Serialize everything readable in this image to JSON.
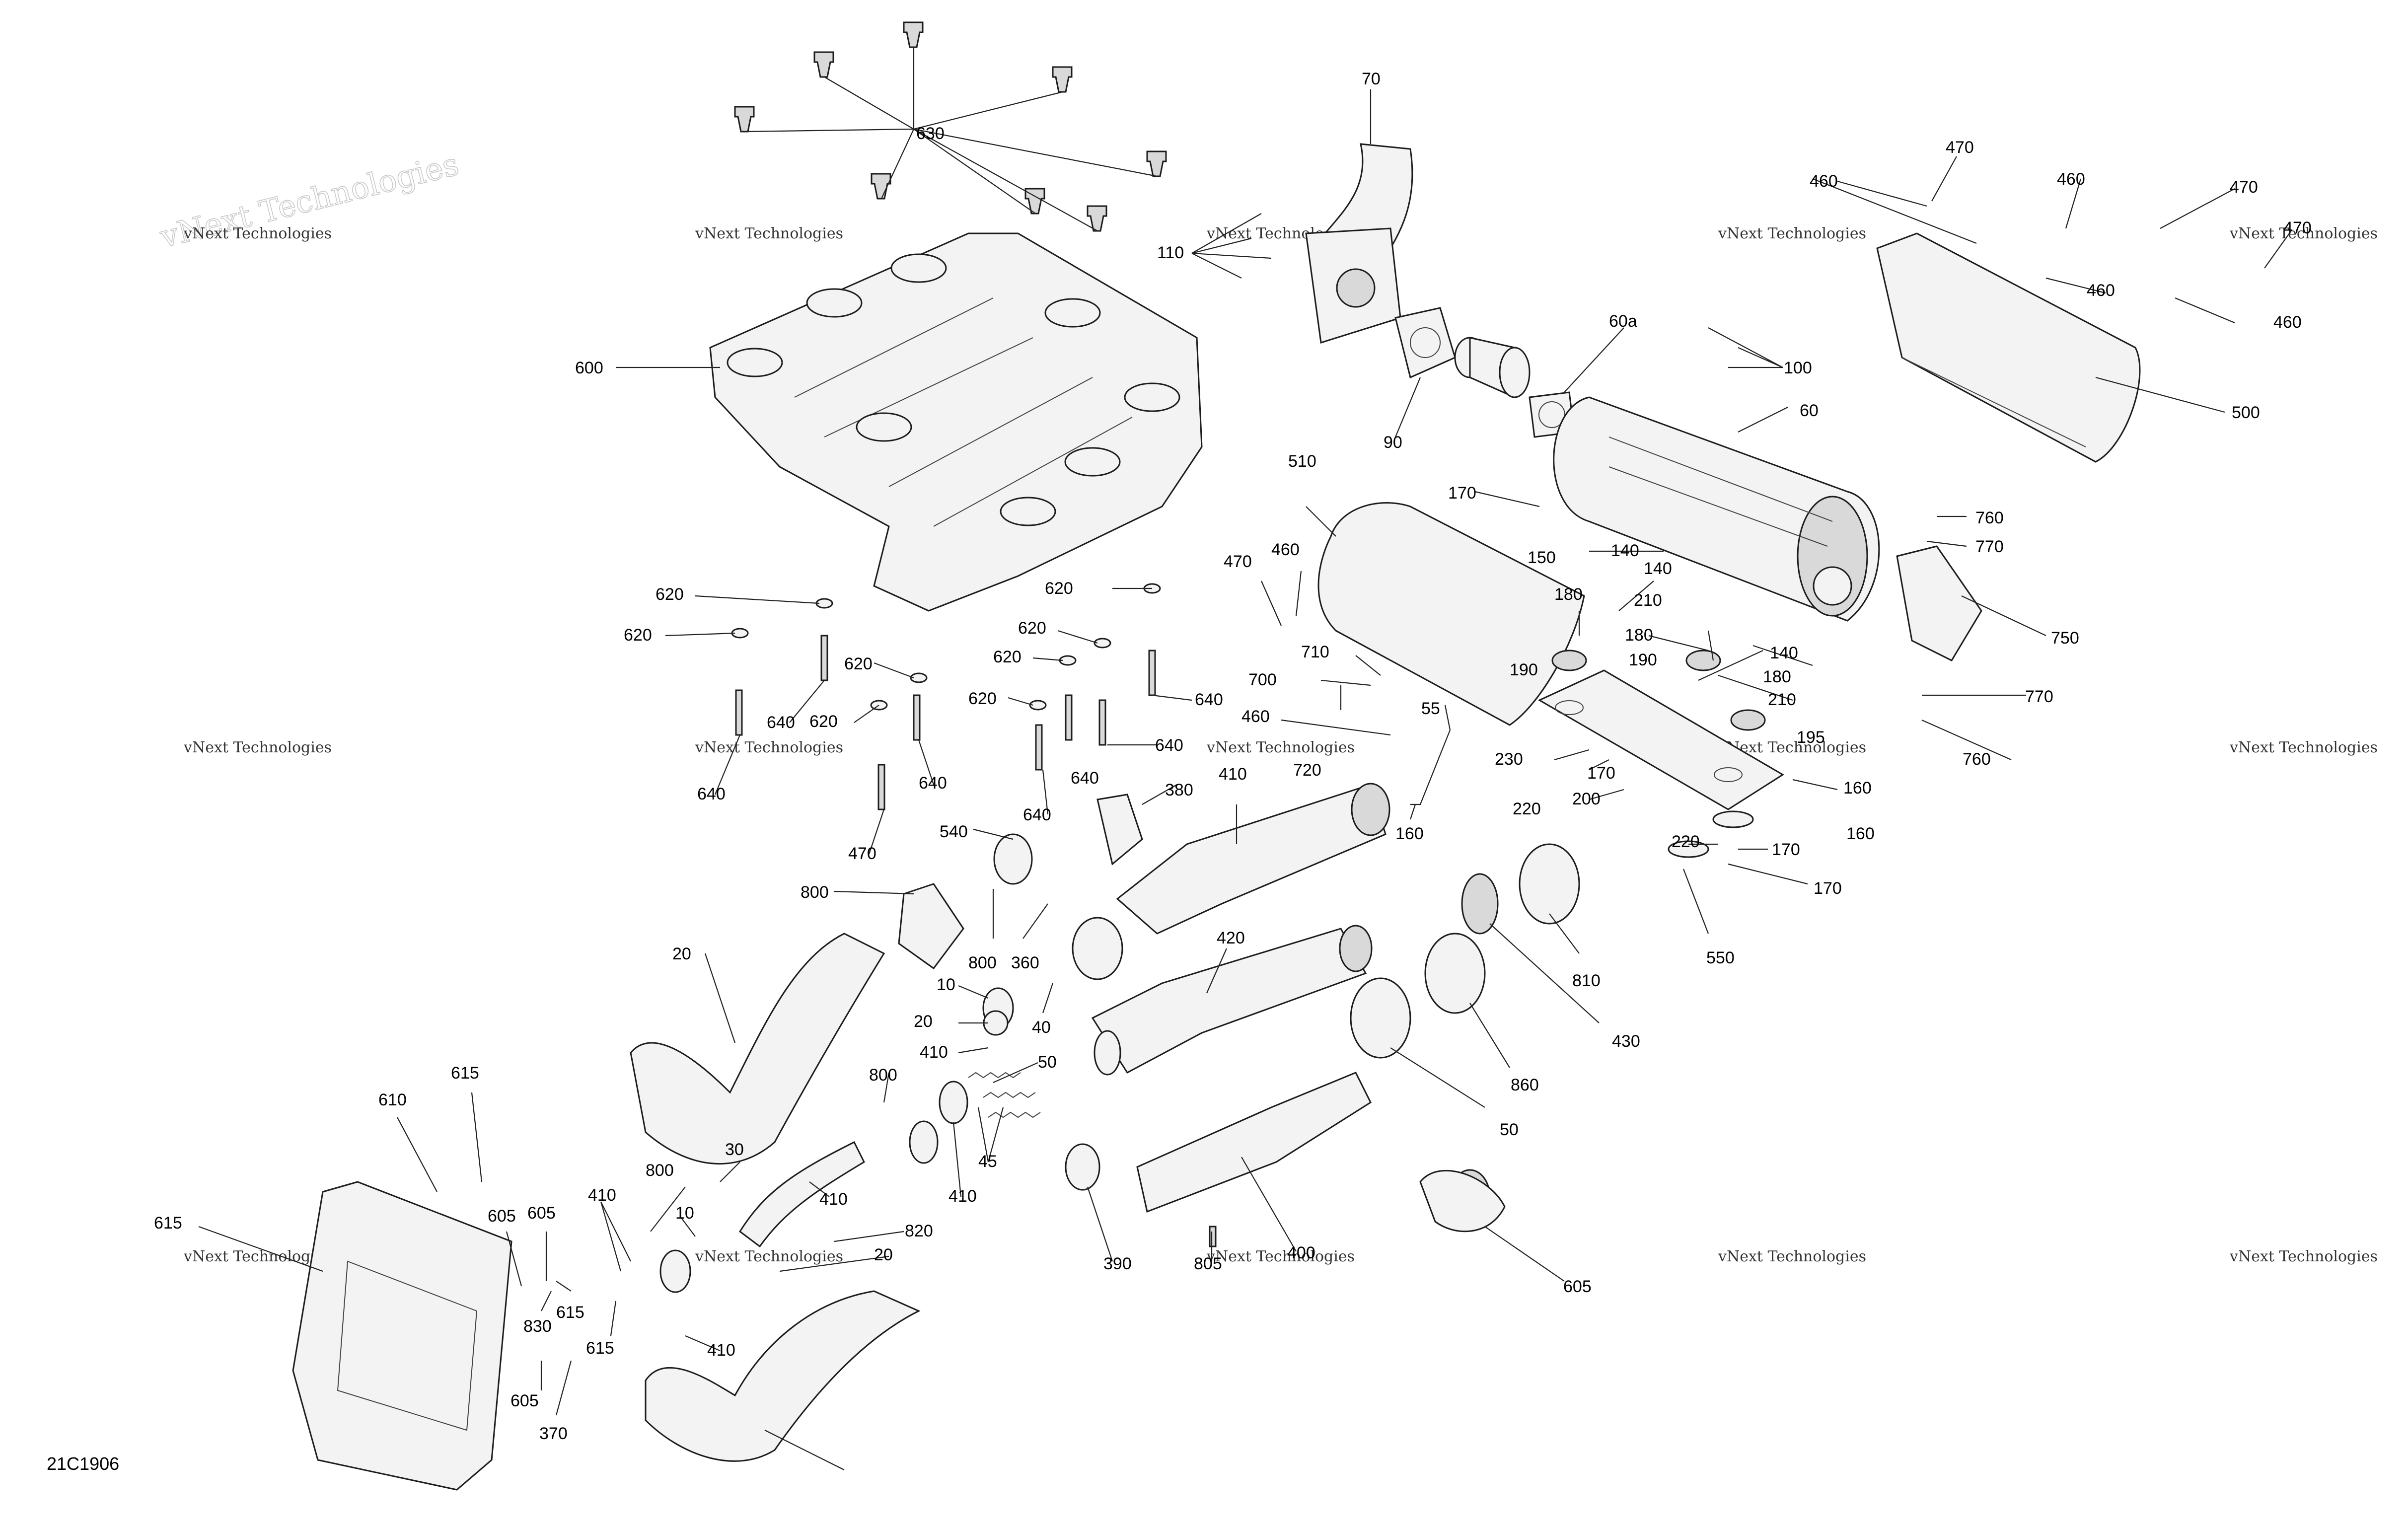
{
  "figure_id": "21C1906",
  "watermark": "vNext Technologies",
  "callouts": [
    {
      "id": "c630",
      "text": "630"
    },
    {
      "id": "c70",
      "text": "70"
    },
    {
      "id": "c110",
      "text": "110"
    },
    {
      "id": "c600",
      "text": "600"
    },
    {
      "id": "c90",
      "text": "90"
    },
    {
      "id": "c60a",
      "text": "60a"
    },
    {
      "id": "c100",
      "text": "100"
    },
    {
      "id": "c60",
      "text": "60"
    },
    {
      "id": "c470a",
      "text": "470"
    },
    {
      "id": "c460a",
      "text": "460"
    },
    {
      "id": "c460b",
      "text": "460"
    },
    {
      "id": "c470b",
      "text": "470"
    },
    {
      "id": "c470c",
      "text": "470"
    },
    {
      "id": "c460c",
      "text": "460"
    },
    {
      "id": "c460d",
      "text": "460"
    },
    {
      "id": "c500",
      "text": "500"
    },
    {
      "id": "c510",
      "text": "510"
    },
    {
      "id": "c170a",
      "text": "170"
    },
    {
      "id": "c150",
      "text": "150"
    },
    {
      "id": "c140a",
      "text": "140"
    },
    {
      "id": "c760a",
      "text": "760"
    },
    {
      "id": "c770a",
      "text": "770"
    },
    {
      "id": "c750",
      "text": "750"
    },
    {
      "id": "c470d",
      "text": "470"
    },
    {
      "id": "c460e",
      "text": "460"
    },
    {
      "id": "c180a",
      "text": "180"
    },
    {
      "id": "c210a",
      "text": "210"
    },
    {
      "id": "c140b",
      "text": "140"
    },
    {
      "id": "c180b",
      "text": "180"
    },
    {
      "id": "c140c",
      "text": "140"
    },
    {
      "id": "c190a",
      "text": "190"
    },
    {
      "id": "c190b",
      "text": "190"
    },
    {
      "id": "c180c",
      "text": "180"
    },
    {
      "id": "c210b",
      "text": "210"
    },
    {
      "id": "c195",
      "text": "195"
    },
    {
      "id": "c770b",
      "text": "770"
    },
    {
      "id": "c760b",
      "text": "760"
    },
    {
      "id": "c620a",
      "text": "620"
    },
    {
      "id": "c620b",
      "text": "620"
    },
    {
      "id": "c620c",
      "text": "620"
    },
    {
      "id": "c620d",
      "text": "620"
    },
    {
      "id": "c620e",
      "text": "620"
    },
    {
      "id": "c620f",
      "text": "620"
    },
    {
      "id": "c620g",
      "text": "620"
    },
    {
      "id": "c620h",
      "text": "620"
    },
    {
      "id": "c640a",
      "text": "640"
    },
    {
      "id": "c640b",
      "text": "640"
    },
    {
      "id": "c640c",
      "text": "640"
    },
    {
      "id": "c640d",
      "text": "640"
    },
    {
      "id": "c640e",
      "text": "640"
    },
    {
      "id": "c640f",
      "text": "640"
    },
    {
      "id": "c640g",
      "text": "640"
    },
    {
      "id": "c470e",
      "text": "470"
    },
    {
      "id": "c710",
      "text": "710"
    },
    {
      "id": "c700",
      "text": "700"
    },
    {
      "id": "c460f",
      "text": "460"
    },
    {
      "id": "c55",
      "text": "55"
    },
    {
      "id": "c720",
      "text": "720"
    },
    {
      "id": "c160a",
      "text": "160"
    },
    {
      "id": "c230",
      "text": "230"
    },
    {
      "id": "c170b",
      "text": "170"
    },
    {
      "id": "c220a",
      "text": "220"
    },
    {
      "id": "c200",
      "text": "200"
    },
    {
      "id": "c160b",
      "text": "160"
    },
    {
      "id": "c160c",
      "text": "160"
    },
    {
      "id": "c220b",
      "text": "220"
    },
    {
      "id": "c170c",
      "text": "170"
    },
    {
      "id": "c170d",
      "text": "170"
    },
    {
      "id": "c550",
      "text": "550"
    },
    {
      "id": "c380",
      "text": "380"
    },
    {
      "id": "c410a",
      "text": "410"
    },
    {
      "id": "c540",
      "text": "540"
    },
    {
      "id": "c800a",
      "text": "800"
    },
    {
      "id": "c800b",
      "text": "800"
    },
    {
      "id": "c360",
      "text": "360"
    },
    {
      "id": "c20a",
      "text": "20"
    },
    {
      "id": "c10a",
      "text": "10"
    },
    {
      "id": "c20b",
      "text": "20"
    },
    {
      "id": "c410b",
      "text": "410"
    },
    {
      "id": "c40",
      "text": "40"
    },
    {
      "id": "c420",
      "text": "420"
    },
    {
      "id": "c810",
      "text": "810"
    },
    {
      "id": "c430",
      "text": "430"
    },
    {
      "id": "c860",
      "text": "860"
    },
    {
      "id": "c50a",
      "text": "50"
    },
    {
      "id": "c50b",
      "text": "50"
    },
    {
      "id": "c45",
      "text": "45"
    },
    {
      "id": "c410c",
      "text": "410"
    },
    {
      "id": "c800c",
      "text": "800"
    },
    {
      "id": "c30",
      "text": "30"
    },
    {
      "id": "c410d",
      "text": "410"
    },
    {
      "id": "c820",
      "text": "820"
    },
    {
      "id": "c10b",
      "text": "10"
    },
    {
      "id": "c800d",
      "text": "800"
    },
    {
      "id": "c20c",
      "text": "20"
    },
    {
      "id": "c410e",
      "text": "410"
    },
    {
      "id": "c410f",
      "text": "410"
    },
    {
      "id": "c390",
      "text": "390"
    },
    {
      "id": "c400",
      "text": "400"
    },
    {
      "id": "c805",
      "text": "805"
    },
    {
      "id": "c605a",
      "text": "605"
    },
    {
      "id": "c615a",
      "text": "615"
    },
    {
      "id": "c610",
      "text": "610"
    },
    {
      "id": "c615b",
      "text": "615"
    },
    {
      "id": "c605b",
      "text": "605"
    },
    {
      "id": "c605c",
      "text": "605"
    },
    {
      "id": "c615c",
      "text": "615"
    },
    {
      "id": "c830",
      "text": "830"
    },
    {
      "id": "c615d",
      "text": "615"
    },
    {
      "id": "c605d",
      "text": "605"
    },
    {
      "id": "c370",
      "text": "370"
    }
  ]
}
